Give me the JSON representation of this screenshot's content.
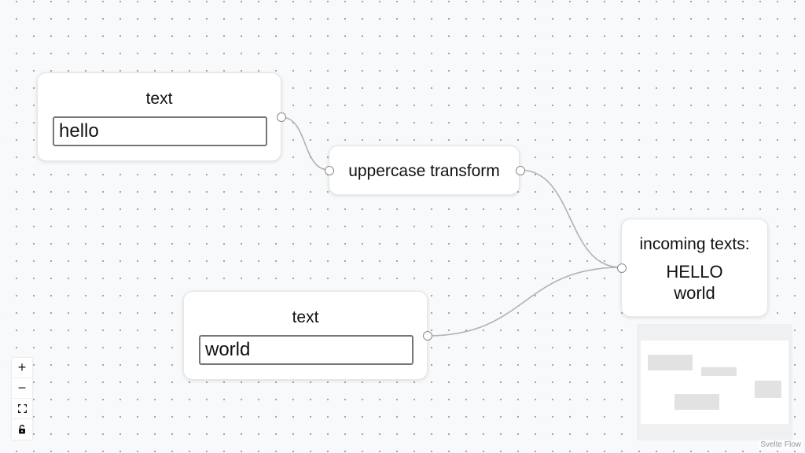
{
  "nodes": {
    "text_node_1": {
      "title": "text",
      "input_value": "hello"
    },
    "uppercase_node": {
      "title": "uppercase transform"
    },
    "text_node_2": {
      "title": "text",
      "input_value": "world"
    },
    "result_node": {
      "title": "incoming texts:",
      "lines": [
        "HELLO",
        "world"
      ]
    }
  },
  "controls": {
    "zoom_in_icon": "+",
    "zoom_out_icon": "−"
  },
  "attribution": "Svelte Flow",
  "colors": {
    "canvas_background": "#f7f9fb",
    "edge_stroke": "#b1b1b7",
    "minimap_node": "#e2e2e2"
  }
}
